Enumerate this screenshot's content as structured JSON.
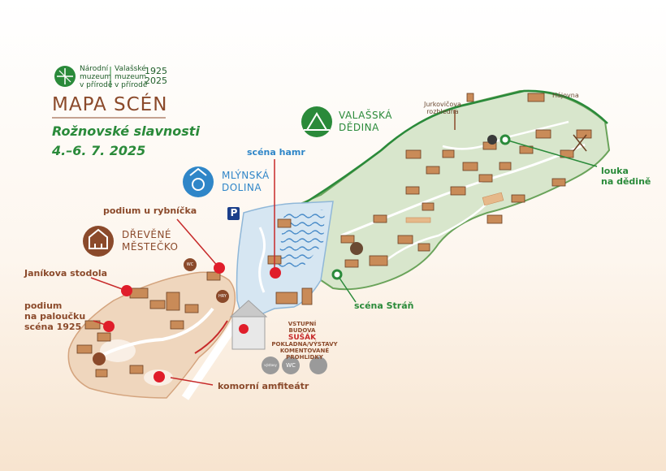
{
  "logo": {
    "line1": "Národní",
    "line2": "muzeum",
    "line3": "v přírodě",
    "line4": "Valašské",
    "line5": "muzeum",
    "line6": "v přírodě",
    "year_start": "1925",
    "year_end": "2025"
  },
  "title": "MAPA SCÉN",
  "subtitle": "Rožnovské slavnosti",
  "dates": "4.–6. 7. 2025",
  "zones": {
    "valasska_line1": "VALAŠSKÁ",
    "valasska_line2": "DĚDINA",
    "mlynska_line1": "MLÝNSKÁ",
    "mlynska_line2": "DOLINA",
    "drevene_line1": "DŘEVĚNÉ",
    "drevene_line2": "MĚSTEČKO"
  },
  "stages": {
    "hamr": "scéna hamr",
    "rybnicek": "podium u rybníčka",
    "stodola": "Janíkova stodola",
    "palouk_line1": "podium",
    "palouk_line2": "na paloučku",
    "palouk_line3": "scéna 1925",
    "amfiteatr": "komorní amfiteátr",
    "louka_line1": "louka",
    "louka_line2": "na dědině",
    "stran": "scéna Stráň"
  },
  "places": {
    "rozhledna_line1": "Jurkovičova",
    "rozhledna_line2": "rozhledna",
    "hajovna": "Hájovna",
    "parking": "P",
    "hry": "HRY",
    "wc": "WC"
  },
  "entrance": {
    "line1": "VSTUPNÍ BUDOVA",
    "name": "SUŠÁK",
    "line2": "POKLADNA/VÝSTAVY",
    "line3": "KOMENTOVANÉ PROHLÍDKY",
    "vystavy": "výstavy",
    "wc": "WC"
  },
  "colors": {
    "brown": "#8b4a2b",
    "green": "#2a8a3a",
    "blue": "#2f86c8",
    "red": "#e01d2a",
    "meadow": "#d8e6cc"
  },
  "icons": {
    "valasska": "village-tent-icon",
    "mlynska": "mill-wheel-icon",
    "drevene": "town-house-icon",
    "logo": "museum-logo-icon"
  }
}
